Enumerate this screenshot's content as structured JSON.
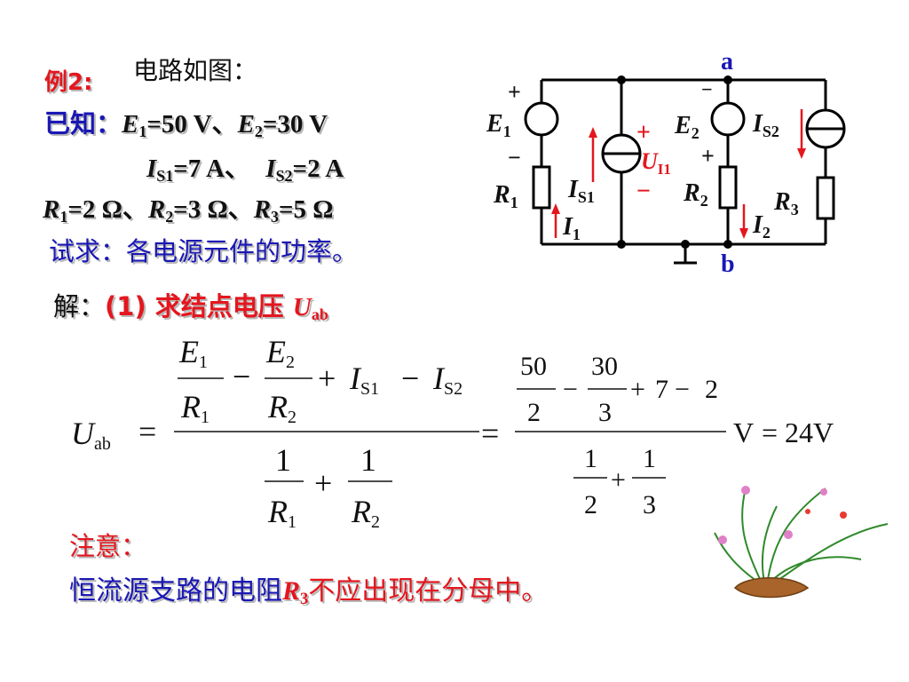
{
  "problem": {
    "label": "例2:",
    "circuit_intro": "电路如图：",
    "known_label": "已知：",
    "E1_value": "=50 V",
    "sep1": "、",
    "E2_value": "=30 V",
    "IS1_value": "=7 A",
    "sep2": "、 ",
    "IS2_value": "=2 A",
    "R1_value": "=2 Ω",
    "R2_value": "=3 Ω",
    "R3_value": "=5 Ω",
    "question": "试求：各电源元件的功率。"
  },
  "solution": {
    "label": "解：",
    "step": "(1) 求结点电压 ",
    "symbol": "U",
    "symbol_sub": "ab"
  },
  "symbols": {
    "E": "E",
    "R": "R",
    "I": "I",
    "U": "U",
    "one": "1",
    "two": "2",
    "three": "3",
    "S1": "S1",
    "S2": "S2",
    "I1": "I1",
    "ab": "ab"
  },
  "circuit": {
    "node_a": "a",
    "node_b": "b",
    "plus": "+",
    "minus": "−"
  },
  "formula": {
    "numerals": {
      "n50": "50",
      "n30": "30",
      "n7": "7",
      "n2": "2",
      "n3": "3",
      "n1": "1"
    },
    "ops": {
      "minus": "−",
      "plus": "+",
      "eq": "="
    },
    "unit_v": "V",
    "result": "= 24V"
  },
  "note": {
    "label": "注意：",
    "text_before": "恒流源支路的电阻",
    "symbol": "R",
    "symbol_sub": "3",
    "text_after": "不应出现在分母中。"
  },
  "colors": {
    "red": "#e4161e",
    "blue": "#1a17b5",
    "navy": "#1c1c8c",
    "black": "#111111"
  }
}
